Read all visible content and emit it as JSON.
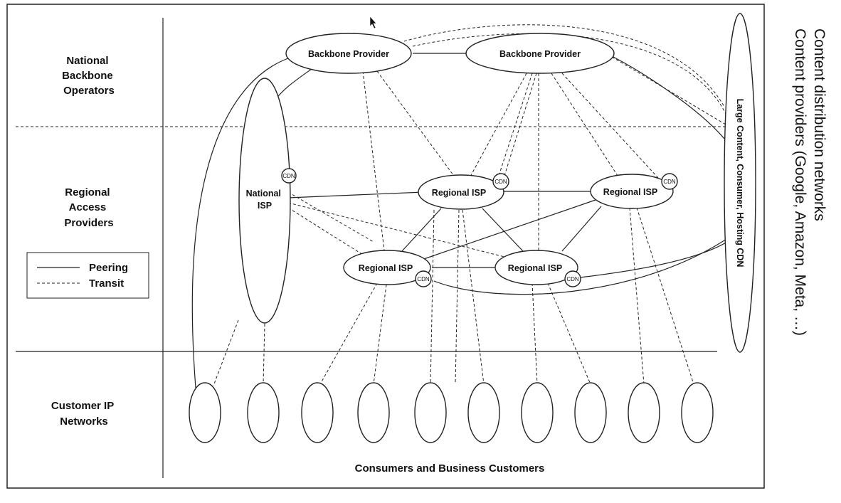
{
  "row_labels": {
    "backbone": [
      "National",
      "Backbone",
      "Operators"
    ],
    "regional": [
      "Regional",
      "Access",
      "Providers"
    ],
    "customer": [
      "Customer IP",
      "Networks"
    ]
  },
  "nodes": {
    "backbone_left": "Backbone Provider",
    "backbone_right": "Backbone Provider",
    "national_isp": [
      "National",
      "ISP"
    ],
    "regional_isp_top_left": "Regional ISP",
    "regional_isp_top_right": "Regional ISP",
    "regional_isp_bottom_left": "Regional ISP",
    "regional_isp_bottom_right": "Regional ISP",
    "large_cdn": "Large Content, Consumer, Hosting CDN",
    "cdn_badge": "CDN"
  },
  "legend": {
    "peering": "Peering",
    "transit": "Transit"
  },
  "footer": "Consumers and Business Customers",
  "side_text": {
    "line1": "Content distribution networks",
    "line2": "Content providers (Google, Amazon, Meta, …)"
  }
}
